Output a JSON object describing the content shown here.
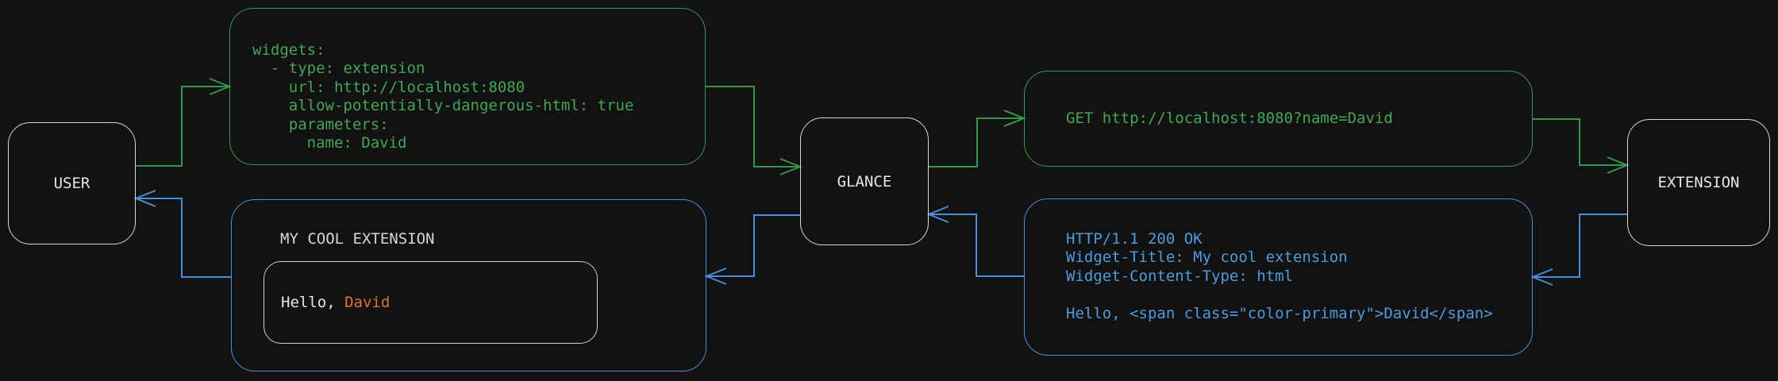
{
  "nodes": {
    "user": {
      "label": "USER"
    },
    "glance": {
      "label": "GLANCE"
    },
    "extension": {
      "label": "EXTENSION"
    }
  },
  "config_box": {
    "lines": [
      "widgets:",
      "  - type: extension",
      "    url: http://localhost:8080",
      "    allow-potentially-dangerous-html: true",
      "    parameters:",
      "      name: David"
    ]
  },
  "request_box": {
    "text": "GET http://localhost:8080?name=David"
  },
  "response_box": {
    "lines": [
      "HTTP/1.1 200 OK",
      "Widget-Title: My cool extension",
      "Widget-Content-Type: html",
      "",
      "Hello, <span class=\"color-primary\">David</span>"
    ]
  },
  "widget_box": {
    "title": "MY COOL EXTENSION",
    "greeting_prefix": "Hello, ",
    "greeting_name": "David"
  },
  "colors": {
    "background": "#121212",
    "request_flow_green": "#35974a",
    "request_text_green": "#45a558",
    "response_flow_blue": "#4a8ed6",
    "response_text_blue": "#519bdd",
    "accent_orange": "#e2703a",
    "node_border": "#d9d9d9",
    "text_light": "#e6e6e6"
  }
}
